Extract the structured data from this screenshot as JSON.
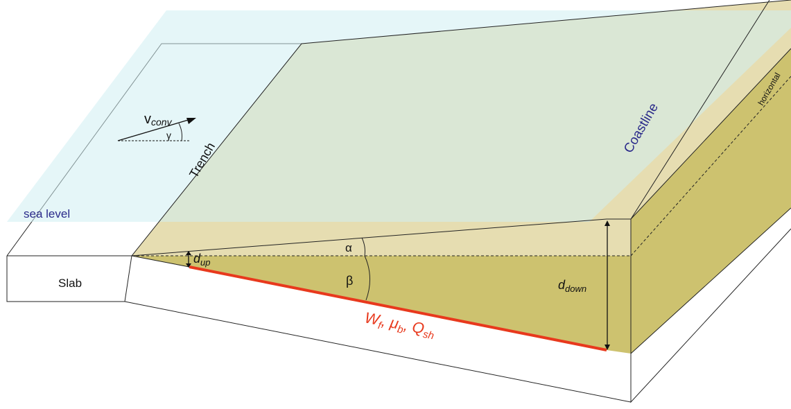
{
  "colors": {
    "sea": "#cfeef2",
    "wedge_light": "#e6ddb1",
    "wedge_dark": "#cdc26f",
    "fault": "#e8391d",
    "label_blue": "#2a2a8a",
    "label_red": "#e8391d",
    "outline": "#222222",
    "slab": "#ffffff"
  },
  "labels": {
    "sea_level": "sea level",
    "trench": "Trench",
    "coastline": "Coastline",
    "horizontal": "horizontal",
    "slab": "Slab",
    "vconv": "v",
    "vconv_sub": "conv",
    "gamma": "γ",
    "alpha": "α",
    "beta": "β",
    "d_up": "d",
    "d_up_sub": "up",
    "d_down": "d",
    "d_down_sub": "down",
    "fault_W": "W",
    "fault_W_sub": "f",
    "fault_sep1": ", μ",
    "fault_mu_sub": "b",
    "fault_sep2": ", Q",
    "fault_Q_sub": "sh"
  }
}
